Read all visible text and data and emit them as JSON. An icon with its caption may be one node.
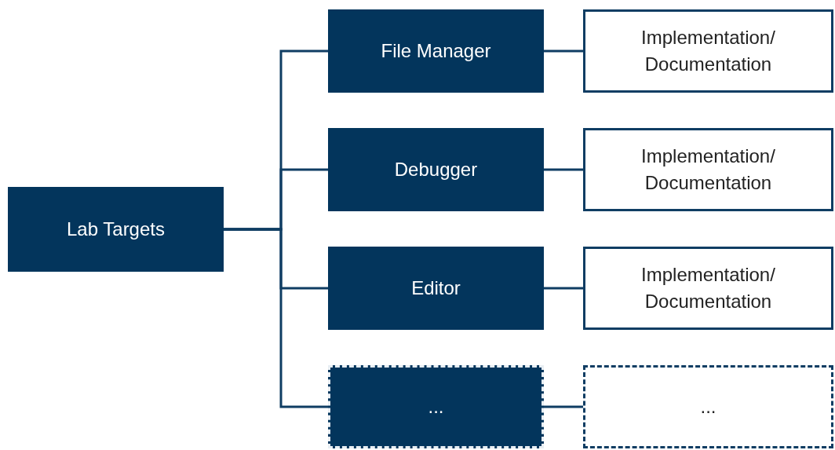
{
  "diagram": {
    "nodes": [
      {
        "text": [
          "Lab Targets"
        ]
      },
      {
        "text": [
          "File Manager"
        ]
      },
      {
        "text": [
          "Implementation/ Documentation"
        ]
      },
      {
        "text": [
          "Debugger"
        ]
      },
      {
        "text": [
          "Implementation/ Documentation"
        ]
      },
      {
        "text": [
          "Editor"
        ]
      },
      {
        "text": [
          "Implementation/ Documentation"
        ]
      },
      {
        "text": [
          "..."
        ]
      },
      {
        "text": [
          "..."
        ]
      }
    ],
    "edges": [
      {
        "from": 0,
        "to": 1,
        "arrow": "none"
      },
      {
        "from": 0,
        "to": 3,
        "arrow": "none"
      },
      {
        "from": 0,
        "to": 5,
        "arrow": "none"
      },
      {
        "from": 0,
        "to": 7,
        "arrow": "none"
      },
      {
        "from": 1,
        "to": 2,
        "arrow": "none"
      },
      {
        "from": 3,
        "to": 4,
        "arrow": "none"
      },
      {
        "from": 5,
        "to": 6,
        "arrow": "none"
      },
      {
        "from": 7,
        "to": 8,
        "arrow": "none"
      }
    ]
  }
}
